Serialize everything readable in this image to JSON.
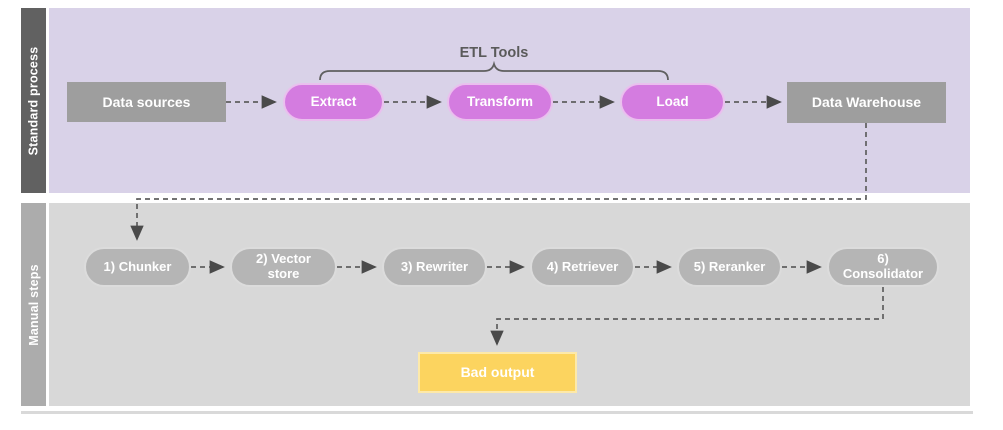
{
  "diagram": {
    "lanes": [
      {
        "id": "standard",
        "label": "Standard process"
      },
      {
        "id": "manual",
        "label": "Manual steps"
      }
    ],
    "bracket_label": "ETL Tools",
    "standard_nodes": [
      {
        "id": "data-sources",
        "label": "Data sources",
        "shape": "rect",
        "variant": "gray"
      },
      {
        "id": "extract",
        "label": "Extract",
        "shape": "pill",
        "variant": "purple"
      },
      {
        "id": "transform",
        "label": "Transform",
        "shape": "pill",
        "variant": "purple"
      },
      {
        "id": "load",
        "label": "Load",
        "shape": "pill",
        "variant": "purple"
      },
      {
        "id": "data-warehouse",
        "label": "Data Warehouse",
        "shape": "rect",
        "variant": "gray"
      }
    ],
    "manual_nodes": [
      {
        "id": "chunker",
        "label": "1) Chunker"
      },
      {
        "id": "vector-store",
        "label": "2) Vector store"
      },
      {
        "id": "rewriter",
        "label": "3) Rewriter"
      },
      {
        "id": "retriever",
        "label": "4) Retriever"
      },
      {
        "id": "reranker",
        "label": "5) Reranker"
      },
      {
        "id": "consolidator",
        "label": "6) Consolidator"
      }
    ],
    "output_node": {
      "id": "bad-output",
      "label": "Bad output"
    },
    "colors": {
      "lane_standard_bar": "#616161",
      "lane_standard_bg": "#d9d2e8",
      "lane_manual_bar": "#acacac",
      "lane_manual_bg": "#d8d8d8",
      "purple_pill": "#d47ce0",
      "gray_node": "#9e9e9e",
      "manual_pill": "#b5b5b5",
      "bad_output": "#fcd45f",
      "connector": "#5f5f5f"
    }
  }
}
